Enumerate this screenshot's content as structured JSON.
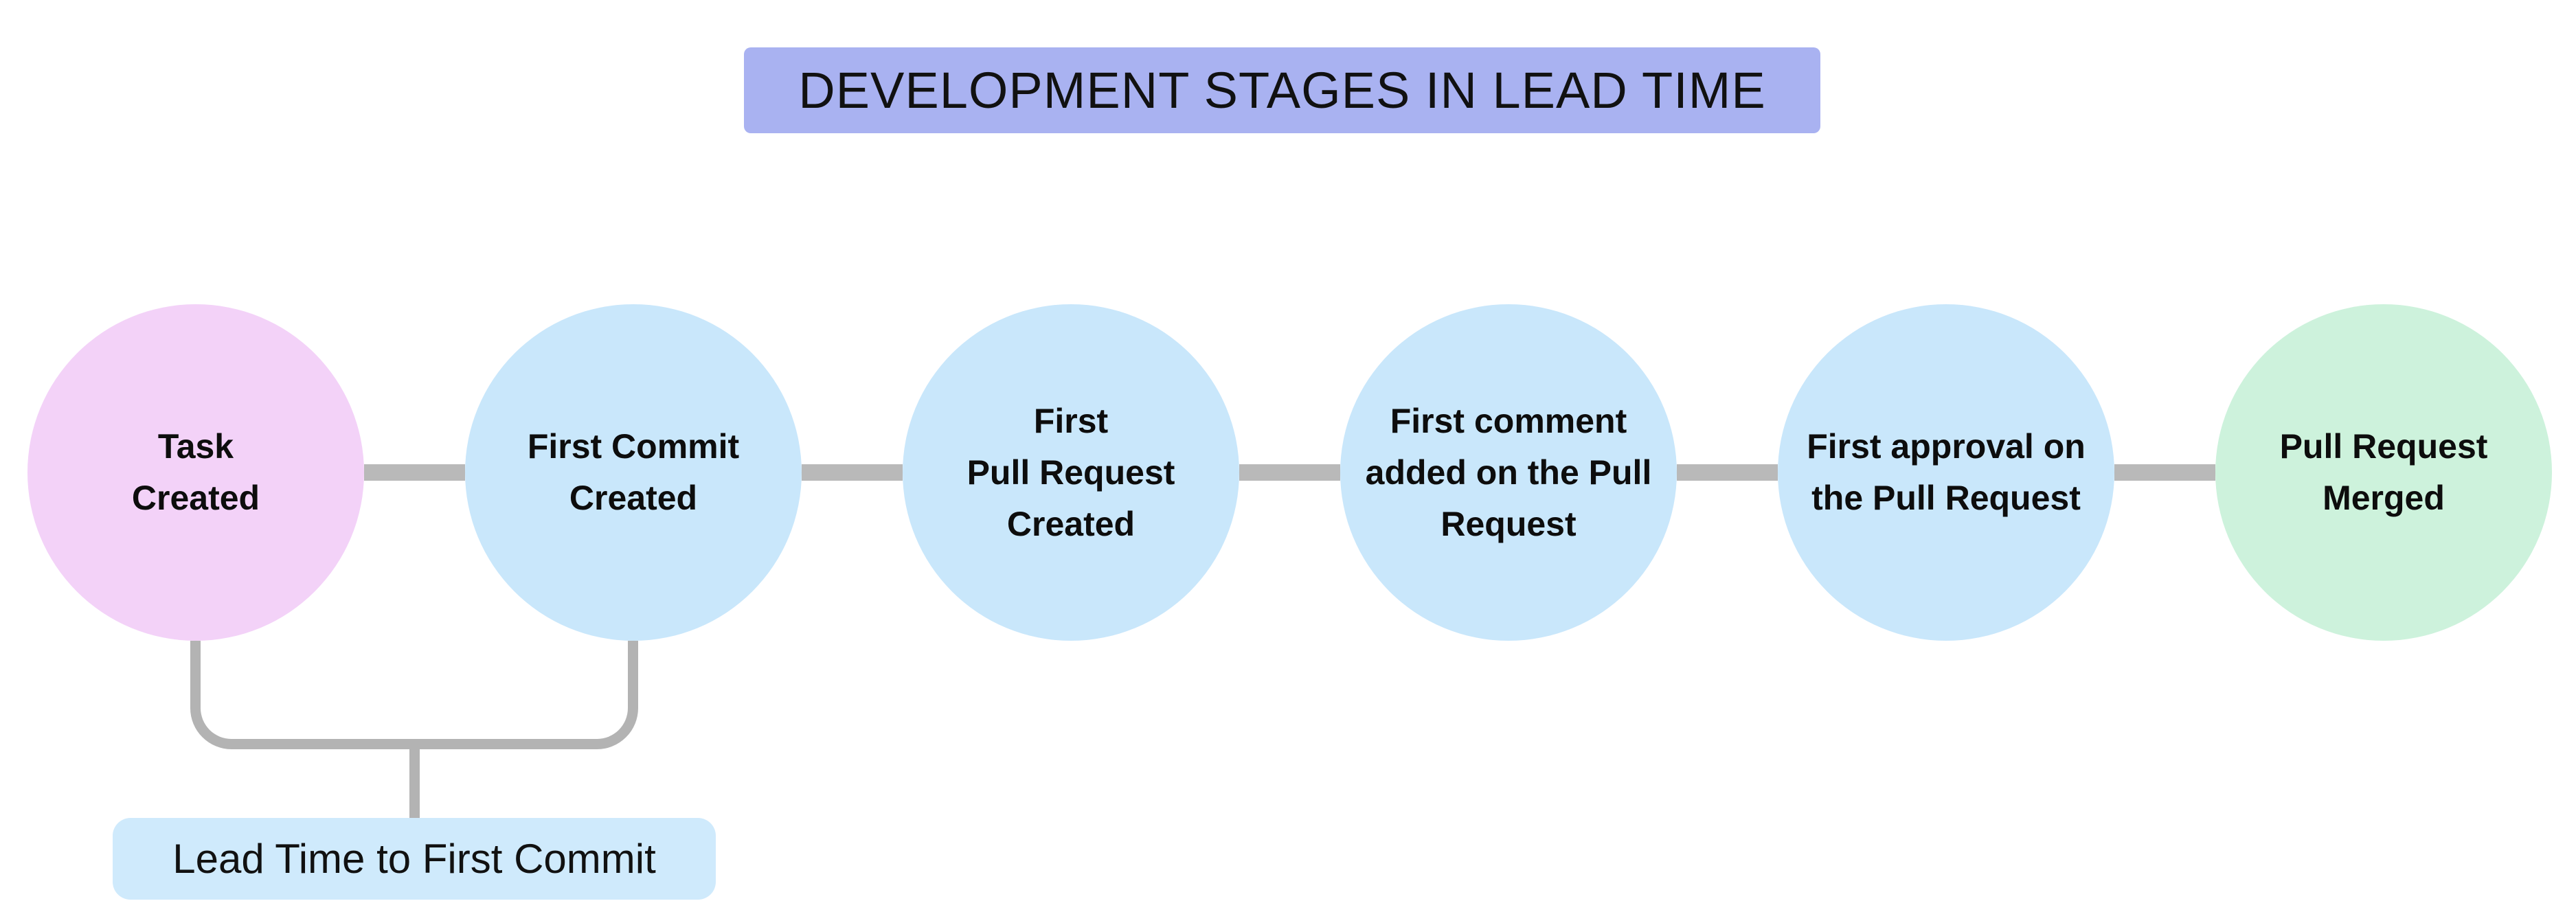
{
  "title": "DEVELOPMENT STAGES IN LEAD TIME",
  "stages": [
    {
      "label": "Task\nCreated",
      "fill": "#f3d2f8"
    },
    {
      "label": "First Commit\nCreated",
      "fill": "#c9e7fb"
    },
    {
      "label": "First\nPull Request\nCreated",
      "fill": "#c9e7fb"
    },
    {
      "label": "First comment\nadded on the Pull\nRequest",
      "fill": "#c9e7fb"
    },
    {
      "label": "First approval on\nthe Pull Request",
      "fill": "#c9e7fb"
    },
    {
      "label": "Pull Request\nMerged",
      "fill": "#cdf2dc"
    }
  ],
  "annotation": {
    "label": "Lead Time to First Commit"
  },
  "colors": {
    "banner_bg": "#a9b2f1",
    "connector": "#b9b9b9",
    "bracket": "#b3b3b3",
    "annotation_bg": "#cfeafc",
    "background": "#ffffff",
    "text": "#111111"
  }
}
